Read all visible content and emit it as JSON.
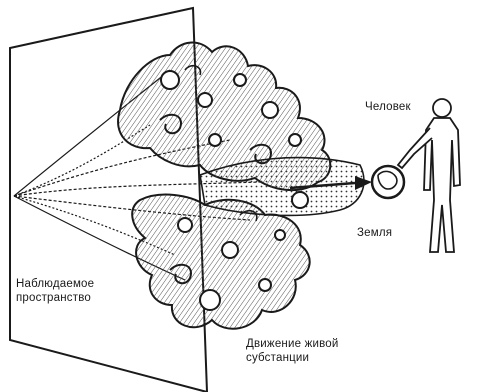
{
  "labels": {
    "human": "Человек",
    "earth": "Земля",
    "observed_space": [
      "Наблюдаемое",
      "пространство"
    ],
    "living_substance_motion": [
      "Движение живой",
      "субстанции"
    ]
  },
  "colors": {
    "ink": "#1a1a1a",
    "background": "#ffffff",
    "hatch": "#555555"
  },
  "icons": {
    "human": "human-figure-icon",
    "earth": "earth-globe-icon",
    "arrow": "arrow-right-icon"
  }
}
